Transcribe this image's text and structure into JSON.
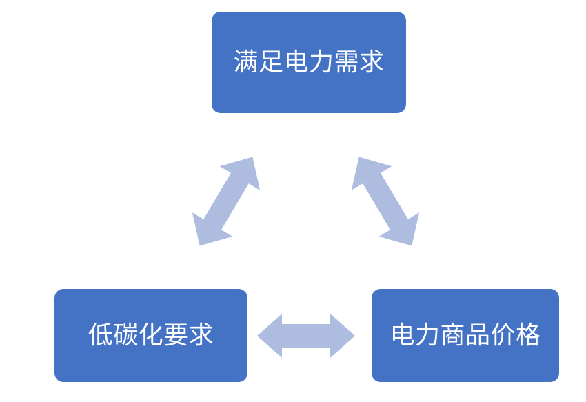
{
  "diagram": {
    "title": "",
    "type": "triangular-relationship",
    "background_color": "#FFFFFF",
    "node_fill_color": "#4472C4",
    "node_text_color": "#FFFFFF",
    "arrow_fill_color": "#AEBCE0",
    "nodes": [
      {
        "id": "top",
        "label": "满足电力需求",
        "position": "top-center"
      },
      {
        "id": "bottom-left",
        "label": "低碳化要求",
        "position": "bottom-left"
      },
      {
        "id": "bottom-right",
        "label": "电力商品价格",
        "position": "bottom-right"
      }
    ],
    "connectors": [
      {
        "id": "left-diagonal",
        "from": "bottom-left",
        "to": "top",
        "style": "double-headed-arrow",
        "orientation": "diagonal-up-right"
      },
      {
        "id": "right-diagonal",
        "from": "top",
        "to": "bottom-right",
        "style": "double-headed-arrow",
        "orientation": "diagonal-down-right"
      },
      {
        "id": "bottom-horizontal",
        "from": "bottom-left",
        "to": "bottom-right",
        "style": "double-headed-arrow",
        "orientation": "horizontal"
      }
    ]
  }
}
